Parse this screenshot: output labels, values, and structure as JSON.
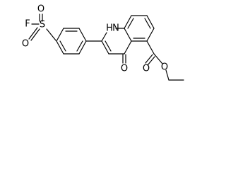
{
  "structure": {
    "atoms": {
      "fluorine": "F",
      "sulfur": "S",
      "sulfonyl_oxygen_top": "O",
      "sulfonyl_oxygen_left": "O",
      "ring_nitrogen": "N",
      "ring_nitrogen_hydrogen": "H",
      "ketone_oxygen": "O",
      "ester_carbonyl_oxygen": "O",
      "ester_ether_oxygen": "O"
    }
  }
}
